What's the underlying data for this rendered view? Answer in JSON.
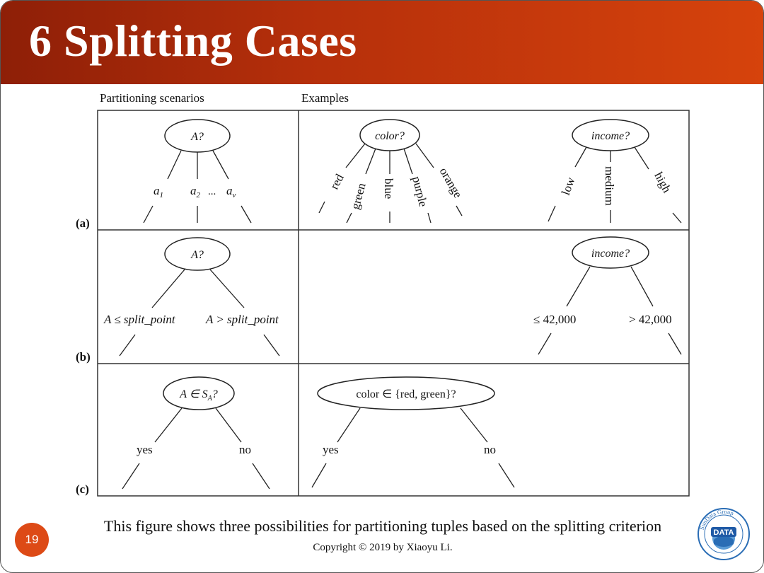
{
  "slide": {
    "title": "6 Splitting Cases",
    "caption": "This figure shows three possibilities for partitioning tuples based on the splitting criterion",
    "copyright": "Copyright © 2019 by Xiaoyu Li.",
    "page_number": "19",
    "accent_color": "#d6430c"
  },
  "diagram": {
    "header_scenarios": "Partitioning scenarios",
    "header_examples": "Examples",
    "row_labels": [
      "(a)",
      "(b)",
      "(c)"
    ],
    "a": {
      "node": "A?",
      "branch_1": "a",
      "branch_1_sub": "1",
      "branch_2": "a",
      "branch_2_sub": "2",
      "ellipsis": "...",
      "branch_v": "a",
      "branch_v_sub": "v",
      "color_node": "color?",
      "colors": [
        "red",
        "green",
        "blue",
        "purple",
        "orange"
      ],
      "income_node": "income?",
      "income_values": [
        "low",
        "medium",
        "high"
      ]
    },
    "b": {
      "node": "A?",
      "left": "A ≤ split_point",
      "right": "A > split_point",
      "income_node": "income?",
      "income_left": "≤ 42,000",
      "income_right": "> 42,000"
    },
    "c": {
      "node": "A ∈ S",
      "node_sub": "A",
      "node_suffix": "?",
      "yes": "yes",
      "no": "no",
      "color_node": "color ∈ {red, green}?",
      "color_yes": "yes",
      "color_no": "no"
    }
  },
  "logo": {
    "ring_text": "SunData Group",
    "center_text": "DATA"
  }
}
